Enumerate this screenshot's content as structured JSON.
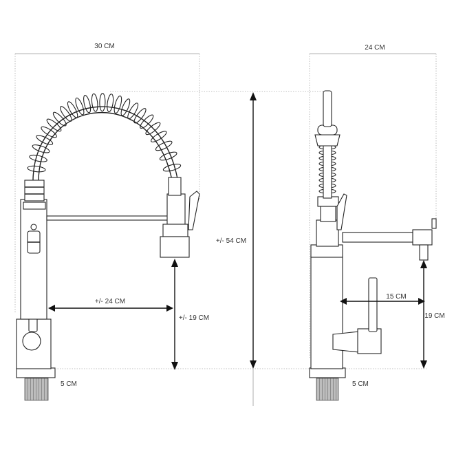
{
  "dimensions": {
    "front_width": "30 CM",
    "side_width": "24 CM",
    "total_height": "+/- 54 CM",
    "front_reach": "+/- 24 CM",
    "front_spout_height": "+/- 19 CM",
    "side_reach": "15 CM",
    "side_spout_height": "19 CM",
    "front_base": "5 CM",
    "side_base": "5 CM"
  },
  "colors": {
    "line": "#222222",
    "dimension_line": "#999999",
    "arrow": "#111111",
    "background": "#ffffff"
  }
}
